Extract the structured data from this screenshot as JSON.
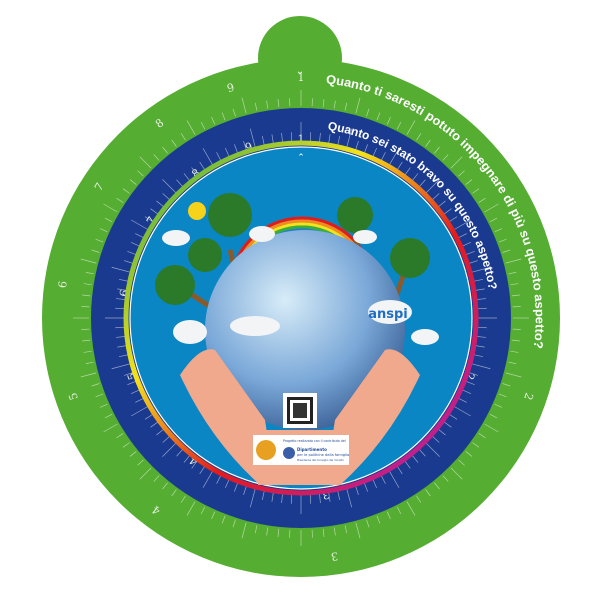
{
  "outer_ring": {
    "question": "Quanto ti saresti potuto impegnare di più su questo aspetto?",
    "numbers": [
      "1",
      "2",
      "3",
      "4",
      "5",
      "6",
      "7",
      "8",
      "9"
    ],
    "color": "#55ad32"
  },
  "inner_ring": {
    "question": "Quanto sei stato bravo su questo aspetto?",
    "numbers": [
      "1",
      "2",
      "3",
      "4",
      "5",
      "6",
      "7",
      "8",
      "9"
    ],
    "color": "#1a3a8f"
  },
  "center": {
    "background": "#0a86c4",
    "logo_right": "anspi",
    "credit_line1": "Progetto realizzato con il contributo del",
    "credit_line2": "Dipartimento",
    "credit_line3": "per le politiche della famiglia",
    "credit_line4": "Presidenza del Consiglio dei ministri"
  }
}
